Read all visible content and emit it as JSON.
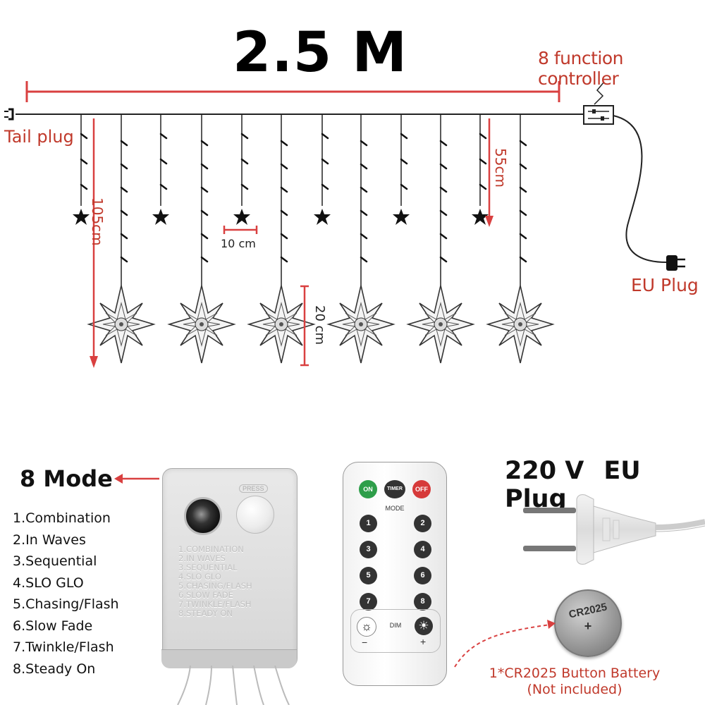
{
  "diagram": {
    "length_label": "2.5 M",
    "controller_label": "8 function controller",
    "tail_plug_label": "Tail plug",
    "eu_plug_label": "EU Plug",
    "drop_long_label": "105cm",
    "drop_short_label": "55cm",
    "spacing_label": "10 cm",
    "star_size_label": "20 cm"
  },
  "controller": {
    "title": "8 Mode",
    "modes": [
      "1.Combination",
      "2.In Waves",
      "3.Sequential",
      "4.SLO GLO",
      "5.Chasing/Flash",
      "6.Slow Fade",
      "7.Twinkle/Flash",
      "8.Steady On"
    ],
    "box_print": [
      "1.COMBINATION",
      "2.IN WAVES",
      "3.SEQUENTIAL",
      "4.SLO GLO",
      "5.CHASING/FLASH",
      "6.SLOW FADE",
      "7.TWINKLE/FLASH",
      "8.STEADY ON"
    ],
    "button_text": "PRESS"
  },
  "remote": {
    "on": "ON",
    "timer": "TIMER",
    "off": "OFF",
    "mode": "MODE",
    "numbers": [
      "1",
      "2",
      "3",
      "4",
      "5",
      "6",
      "7",
      "8"
    ],
    "dim": "DIM",
    "minus": "−",
    "plus": "+"
  },
  "plug": {
    "voltage": "220 V",
    "type": "EU Plug"
  },
  "battery": {
    "face": "CR2025",
    "plus": "+",
    "note_line1": "1*CR2025 Button Battery",
    "note_line2": "(Not included)"
  },
  "colors": {
    "annotation": "#c0392b",
    "on_button": "#2e9e4a",
    "off_button": "#d63a3a"
  }
}
